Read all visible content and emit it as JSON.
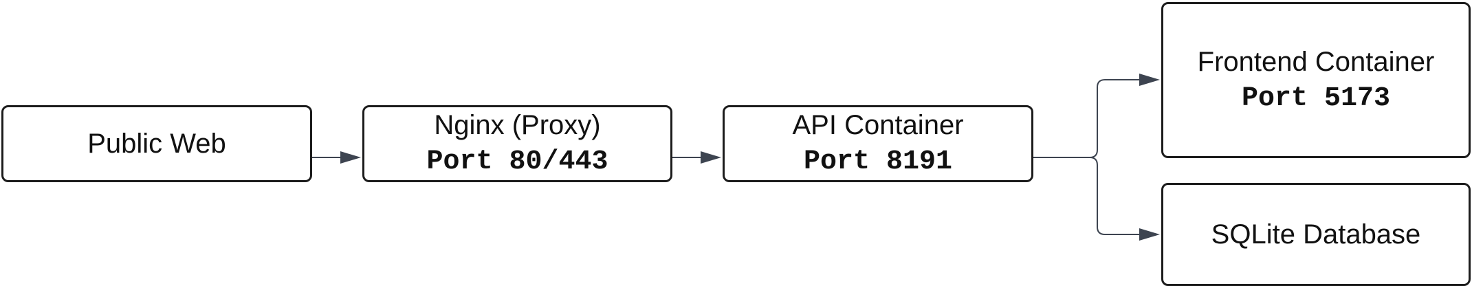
{
  "diagram": {
    "nodes": {
      "public_web": {
        "label": "Public Web"
      },
      "nginx": {
        "label": "Nginx (Proxy)",
        "port": "Port 80/443"
      },
      "api": {
        "label": "API Container",
        "port": "Port 8191"
      },
      "frontend": {
        "label": "Frontend Container",
        "port": "Port 5173"
      },
      "sqlite": {
        "label": "SQLite Database"
      }
    },
    "edges": [
      {
        "from": "public_web",
        "to": "nginx"
      },
      {
        "from": "nginx",
        "to": "api"
      },
      {
        "from": "api",
        "to": "frontend"
      },
      {
        "from": "api",
        "to": "sqlite"
      }
    ],
    "colors": {
      "box_border": "#1c1c1c",
      "connector": "#3d4450",
      "text": "#111111",
      "background": "#ffffff"
    }
  }
}
